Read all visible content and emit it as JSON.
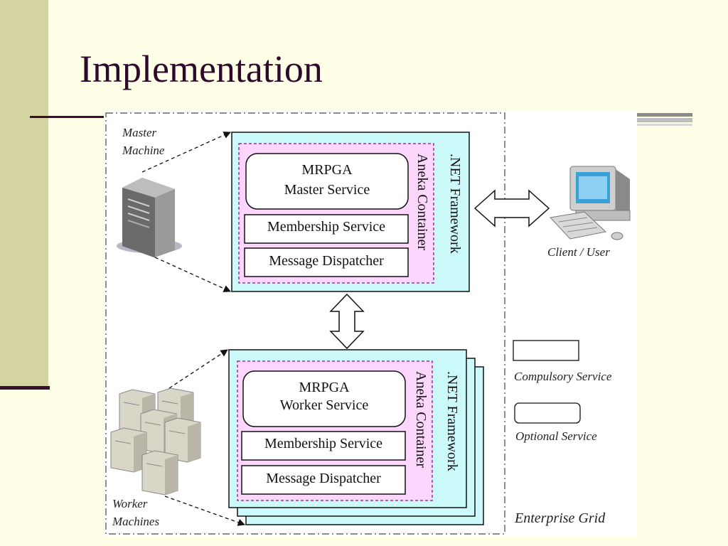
{
  "slide": {
    "title": "Implementation"
  },
  "diagram": {
    "master": {
      "machine_label": [
        "Master",
        "Machine"
      ],
      "mrpga_line1": "MRPGA",
      "mrpga_line2": "Master Service",
      "membership": "Membership Service",
      "dispatcher": "Message Dispatcher",
      "container": "Aneka Container",
      "framework": ".NET Framework"
    },
    "worker": {
      "machine_label": [
        "Worker",
        "Machines"
      ],
      "mrpga_line1": "MRPGA",
      "mrpga_line2": "Worker Service",
      "membership": "Membership Service",
      "dispatcher": "Message Dispatcher",
      "container": "Aneka Container",
      "framework": ".NET Framework"
    },
    "client_label": "Client / User",
    "legend": {
      "compulsory": "Compulsory Service",
      "optional": "Optional Service"
    },
    "grid_label": "Enterprise Grid",
    "colors": {
      "framework_fill": "#ccfafa",
      "container_fill": "#fcd6fc",
      "container_border": "#a0309a"
    }
  }
}
